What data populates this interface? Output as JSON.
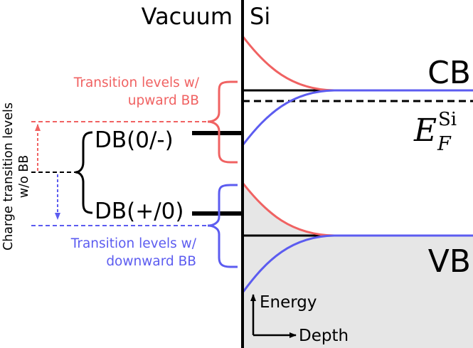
{
  "regions": {
    "vacuum": "Vacuum",
    "silicon": "Si"
  },
  "bands": {
    "conduction": "CB",
    "valence": "VB",
    "fermi_main": "E",
    "fermi_sub": "F",
    "fermi_sup": "Si"
  },
  "levels": {
    "db_acceptor": "DB(0/-)",
    "db_donor": "DB(+/0)"
  },
  "annotations": {
    "upward_line1": "Transition levels w/",
    "upward_line2": "upward BB",
    "downward_line1": "Transition levels w/",
    "downward_line2": "downward BB",
    "side_line1": "Charge transition levels",
    "side_line2": "w/o BB"
  },
  "axes": {
    "energy": "Energy",
    "depth": "Depth"
  },
  "colors": {
    "upward": "#f06262",
    "downward": "#5c5cf0",
    "valence_fill": "#e6e6e6",
    "line": "#000000"
  }
}
